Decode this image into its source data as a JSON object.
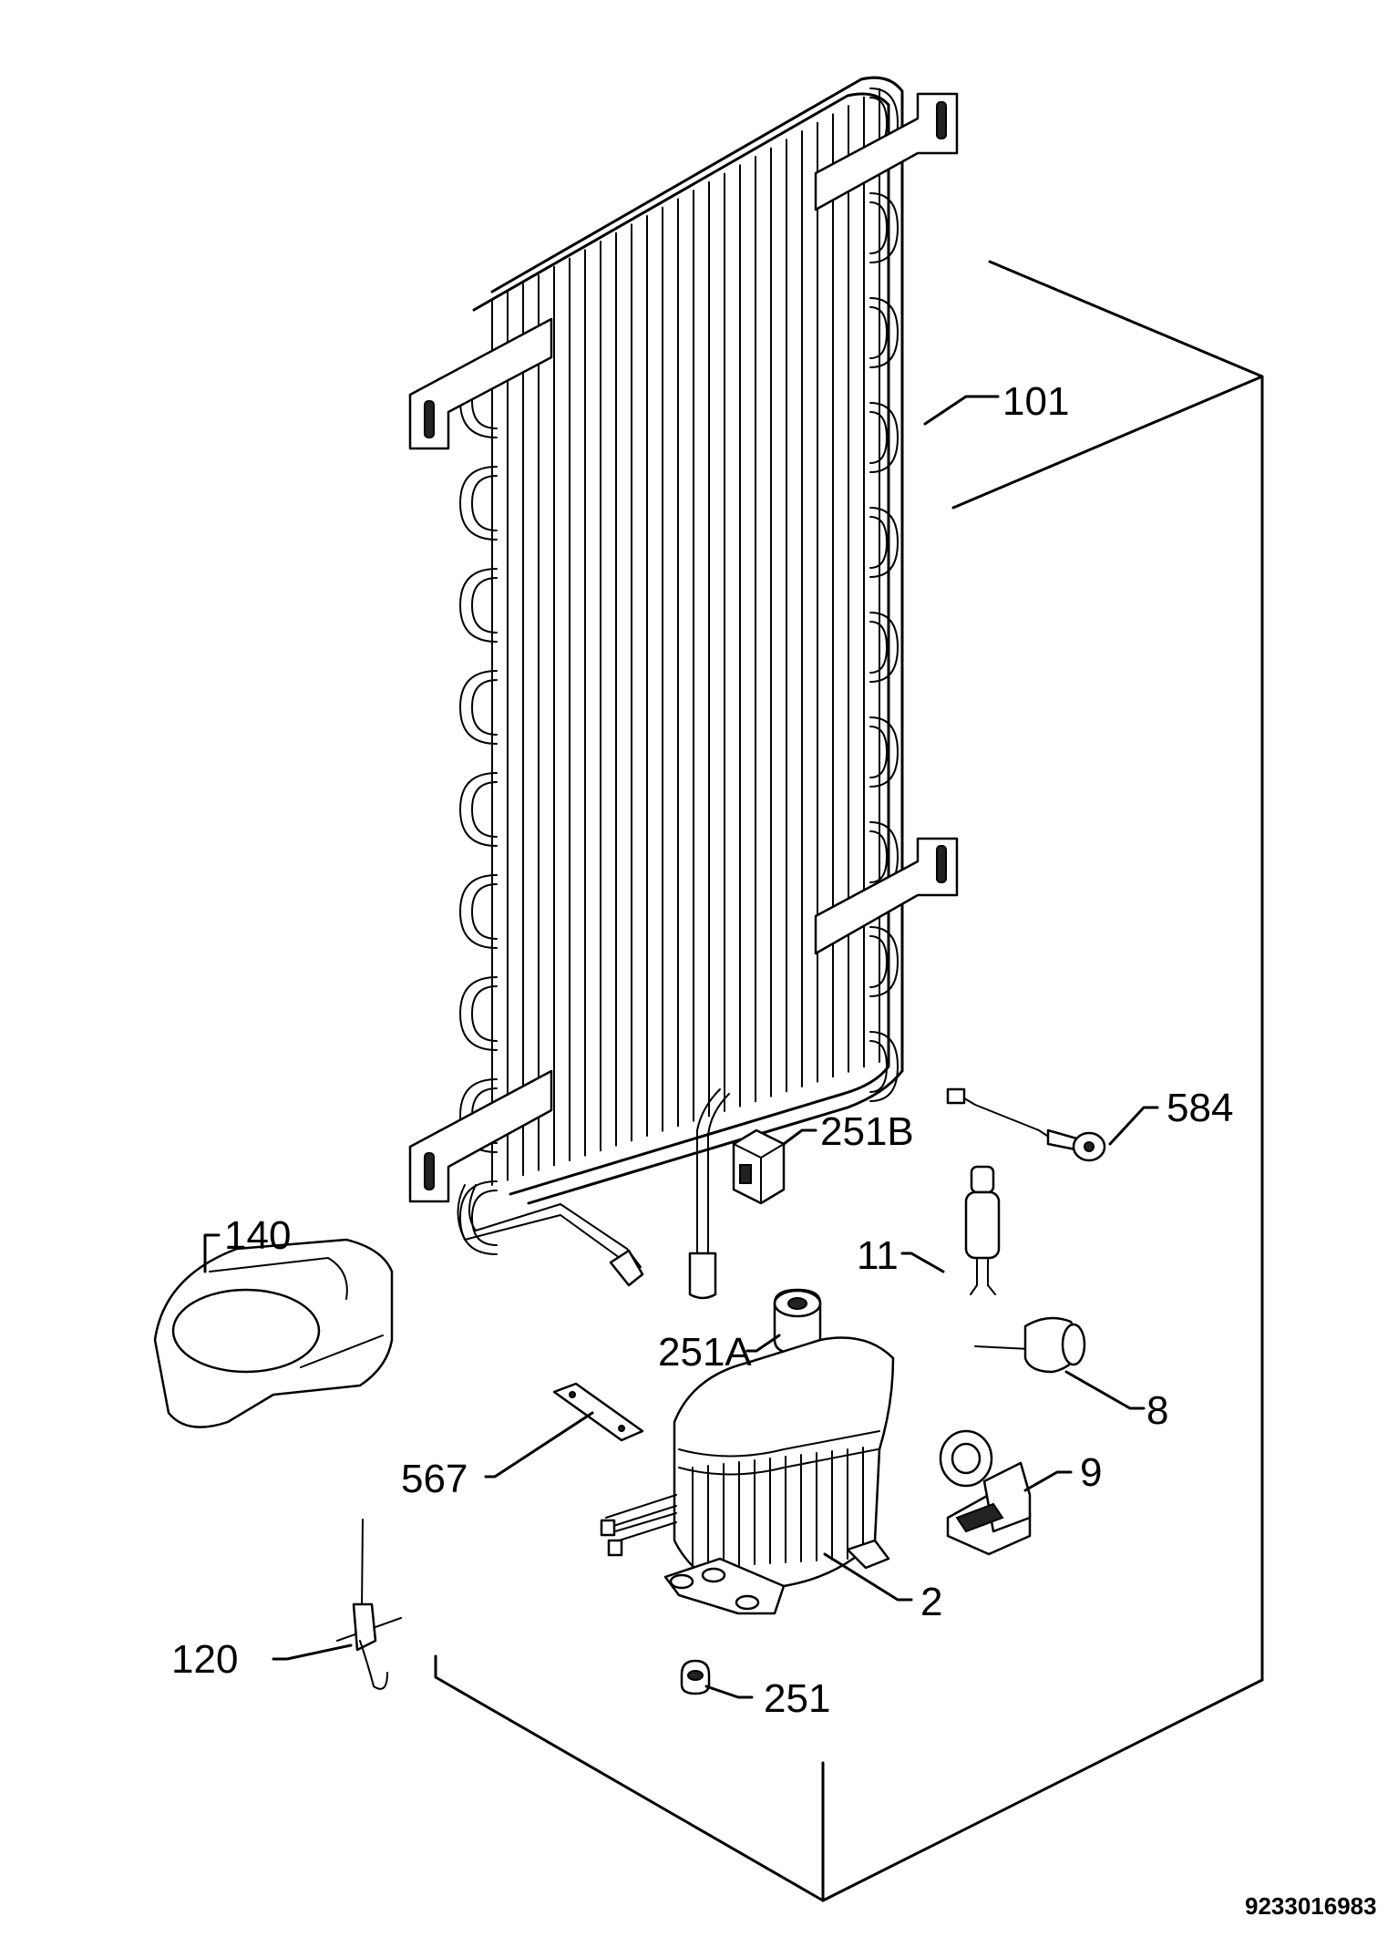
{
  "callouts": {
    "c101": "101",
    "c584": "584",
    "c251b": "251B",
    "c140": "140",
    "c11": "11",
    "c251a": "251A",
    "c8": "8",
    "c9": "9",
    "c567": "567",
    "c2": "2",
    "c120": "120",
    "c251": "251"
  },
  "document_number": "9233016983"
}
